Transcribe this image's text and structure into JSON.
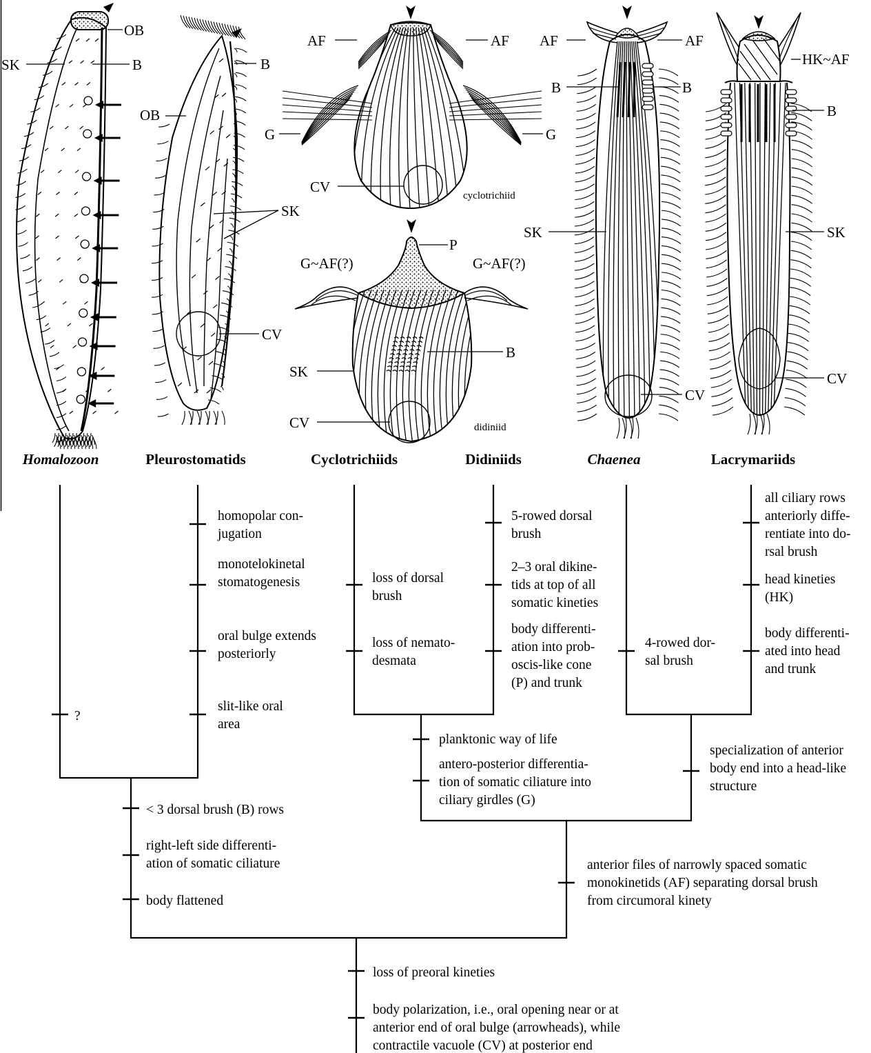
{
  "colors": {
    "ink": "#000000",
    "background": "#ffffff"
  },
  "specimen_labels": {
    "homalozoon": {
      "ob": "OB",
      "sk": "SK",
      "b": "B"
    },
    "pleurostomatids": {
      "b": "B",
      "ob": "OB",
      "sk": "SK",
      "cv": "CV"
    },
    "cyclotrichiid": {
      "af_left": "AF",
      "af_right": "AF",
      "g_left": "G",
      "g_right": "G",
      "cv": "CV",
      "caption": "cyclotrichiid"
    },
    "didiniid": {
      "p": "P",
      "gaf_left": "G~AF(?)",
      "gaf_right": "G~AF(?)",
      "sk": "SK",
      "b": "B",
      "cv": "CV",
      "caption": "didiniid"
    },
    "chaenea": {
      "af_left": "AF",
      "af_right": "AF",
      "b_left": "B",
      "b_right": "B",
      "sk": "SK",
      "cv": "CV"
    },
    "lacrymariids": {
      "hk_af": "HK~AF",
      "b": "B",
      "sk": "SK",
      "cv": "CV"
    }
  },
  "taxa": [
    {
      "name": "Homalozoon",
      "italic": true
    },
    {
      "name": "Pleurostomatids",
      "italic": false
    },
    {
      "name": "Cyclotrichiids",
      "italic": false
    },
    {
      "name": "Didiniids",
      "italic": false
    },
    {
      "name": "Chaenea",
      "italic": true
    },
    {
      "name": "Lacrymariids",
      "italic": false
    }
  ],
  "characters": {
    "homalozoon": [
      "?"
    ],
    "pleurostomatids": [
      [
        "homopolar con-",
        "jugation"
      ],
      [
        "monotelokinetal",
        "stomatogenesis"
      ],
      [
        "oral bulge extends",
        "posteriorly"
      ],
      [
        "slit-like oral",
        "area"
      ]
    ],
    "cyclotrichiids": [
      [
        "loss of  dorsal",
        "brush"
      ],
      [
        "loss of nemato-",
        "desmata"
      ]
    ],
    "didiniids": [
      [
        "5-rowed dorsal",
        "brush"
      ],
      [
        "2–3 oral dikine-",
        "tids at top of all",
        "somatic kineties"
      ],
      [
        "body differenti-",
        "ation into prob-",
        "oscis-like cone",
        "(P) and trunk"
      ]
    ],
    "chaenea": [
      [
        "4-rowed  dor-",
        "sal brush"
      ]
    ],
    "lacrymariids": [
      [
        "all ciliary rows",
        "anteriorly diffe-",
        "rentiate into do-",
        "rsal brush"
      ],
      [
        "head kineties",
        "(HK)"
      ],
      [
        "body differenti-",
        "ated into  head",
        "and trunk"
      ]
    ],
    "cyclo_didi_node": [
      [
        "planktonic way of life"
      ],
      [
        "antero-posterior  differentia-",
        "tion of somatic ciliature into",
        "ciliary girdles (G)"
      ]
    ],
    "chaenea_lacry_node": [
      [
        "specialization of  anterior",
        "body end into a head-like",
        "structure"
      ]
    ],
    "homalo_pleuro_node": [
      [
        "< 3 dorsal brush (B) rows"
      ],
      [
        "right-left side  differenti-",
        "ation of somatic ciliature"
      ],
      [
        "body flattened"
      ]
    ],
    "right_clade_node": [
      [
        "anterior files  of  narrowly spaced  somatic",
        "monokinetids (AF) separating dorsal brush",
        "from circumoral kinety"
      ]
    ],
    "root": [
      [
        "loss of preoral kineties"
      ],
      [
        "body polarization, i.e., oral opening near or at",
        "anterior end of oral bulge (arrowheads), while",
        "contractile vacuole (CV) at posterior end"
      ]
    ]
  }
}
